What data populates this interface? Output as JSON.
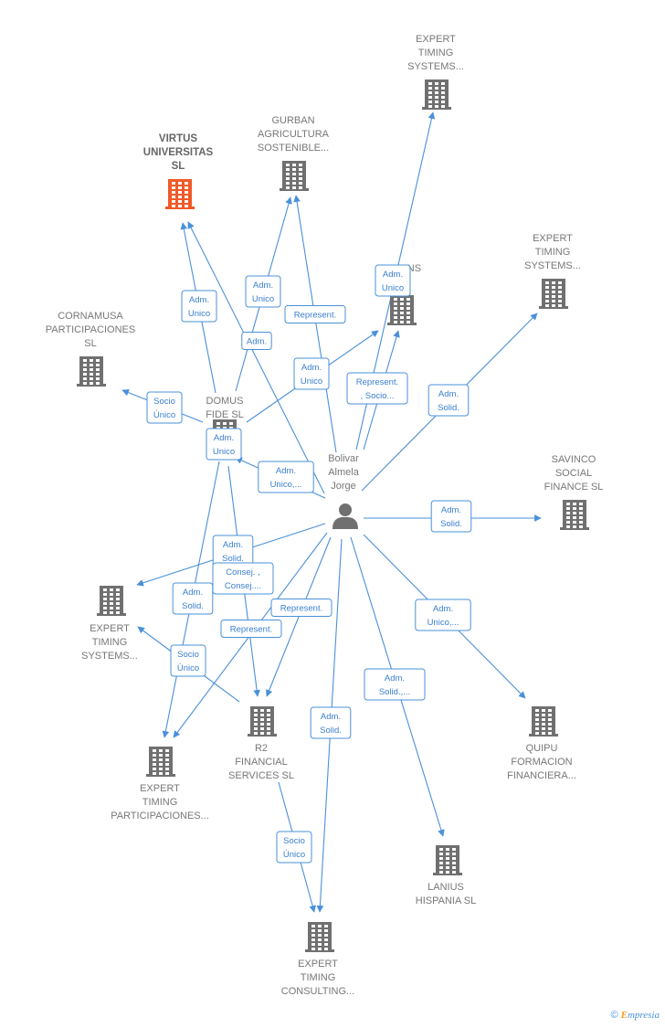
{
  "nodes": [
    {
      "id": "bolivar",
      "type": "person",
      "label": [
        "Bolivar",
        "Almela",
        "Jorge"
      ]
    },
    {
      "id": "virtus",
      "type": "company",
      "highlight": true,
      "label": [
        "VIRTUS",
        "UNIVERSITAS",
        "SL"
      ]
    },
    {
      "id": "gurban",
      "type": "company",
      "label": [
        "GURBAN",
        "AGRICULTURA",
        "SOSTENIBLE..."
      ]
    },
    {
      "id": "expert_top",
      "type": "company",
      "label": [
        "EXPERT",
        "TIMING",
        "SYSTEMS..."
      ]
    },
    {
      "id": "expert_right",
      "type": "company",
      "label": [
        "EXPERT",
        "TIMING",
        "SYSTEMS..."
      ]
    },
    {
      "id": "rokins",
      "type": "company",
      "label": [
        "ROKINS",
        "SL"
      ]
    },
    {
      "id": "cornamusa",
      "type": "company",
      "label": [
        "CORNAMUSA",
        "PARTICIPACIONES",
        "SL"
      ]
    },
    {
      "id": "domus",
      "type": "company",
      "label": [
        "DOMUS",
        "FIDE SL"
      ]
    },
    {
      "id": "savinco",
      "type": "company",
      "label": [
        "SAVINCO",
        "SOCIAL",
        "FINANCE SL"
      ]
    },
    {
      "id": "expert_left",
      "type": "company",
      "label": [
        "EXPERT",
        "TIMING",
        "SYSTEMS..."
      ]
    },
    {
      "id": "r2",
      "type": "company",
      "label": [
        "R2",
        "FINANCIAL",
        "SERVICES SL"
      ]
    },
    {
      "id": "quipu",
      "type": "company",
      "label": [
        "QUIPU",
        "FORMACION",
        "FINANCIERA..."
      ]
    },
    {
      "id": "expert_part",
      "type": "company",
      "label": [
        "EXPERT",
        "TIMING",
        "PARTICIPACIONES..."
      ]
    },
    {
      "id": "lanius",
      "type": "company",
      "label": [
        "LANIUS",
        "HISPANIA SL"
      ]
    },
    {
      "id": "expert_consult",
      "type": "company",
      "label": [
        "EXPERT",
        "TIMING",
        "CONSULTING..."
      ]
    }
  ],
  "edges": [
    {
      "from": "bolivar",
      "to": "virtus",
      "label": [
        "Adm."
      ]
    },
    {
      "from": "domus",
      "to": "virtus",
      "label": [
        "Adm.",
        "Unico"
      ]
    },
    {
      "from": "domus",
      "to": "gurban",
      "label": [
        "Adm.",
        "Unico"
      ]
    },
    {
      "from": "bolivar",
      "to": "gurban",
      "label": [
        "Represent."
      ]
    },
    {
      "from": "bolivar",
      "to": "expert_top",
      "label": [
        "Adm.",
        "Unico"
      ]
    },
    {
      "from": "bolivar",
      "to": "rokins",
      "label": [
        "Represent.",
        ", Socio..."
      ]
    },
    {
      "from": "domus",
      "to": "rokins",
      "label": [
        "Adm.",
        "Unico"
      ]
    },
    {
      "from": "bolivar",
      "to": "expert_right",
      "label": [
        "Adm.",
        "Solid."
      ]
    },
    {
      "from": "domus",
      "to": "cornamusa",
      "label": [
        "Socio",
        "Único"
      ]
    },
    {
      "from": "bolivar",
      "to": "cornamusa",
      "label": [
        "Adm.",
        "Unico,..."
      ]
    },
    {
      "from": "bolivar",
      "to": "savinco",
      "label": [
        "Adm.",
        "Solid."
      ]
    },
    {
      "from": "bolivar",
      "to": "expert_left",
      "label": [
        "Adm.",
        "Solid."
      ]
    },
    {
      "from": "r2",
      "to": "expert_left",
      "label": [
        "Socio",
        "Único"
      ]
    },
    {
      "from": "domus",
      "to": "r2",
      "label": [
        "Consej. ,",
        "Consej...."
      ]
    },
    {
      "from": "bolivar",
      "to": "r2",
      "label": [
        "Represent."
      ]
    },
    {
      "from": "domus",
      "to": "expert_part",
      "label": [
        "Adm.",
        "Solid."
      ]
    },
    {
      "from": "bolivar",
      "to": "expert_part",
      "label": [
        "Represent."
      ]
    },
    {
      "from": "bolivar",
      "to": "quipu",
      "label": [
        "Adm.",
        "Unico,..."
      ]
    },
    {
      "from": "bolivar",
      "to": "lanius",
      "label": [
        "Adm.",
        "Solid.,..."
      ]
    },
    {
      "from": "bolivar",
      "to": "expert_consult",
      "label": [
        "Adm.",
        "Solid."
      ]
    },
    {
      "from": "r2",
      "to": "expert_consult",
      "label": [
        "Socio",
        "Único"
      ]
    }
  ],
  "domus_hub_label": [
    "Adm.",
    "Unico"
  ],
  "colors": {
    "edge": "#4a90d9",
    "company": "#707070",
    "highlight": "#f05a28",
    "person": "#707070"
  },
  "footer": {
    "copyright": "©",
    "brand_e": "E",
    "brand_rest": "mpresia"
  }
}
